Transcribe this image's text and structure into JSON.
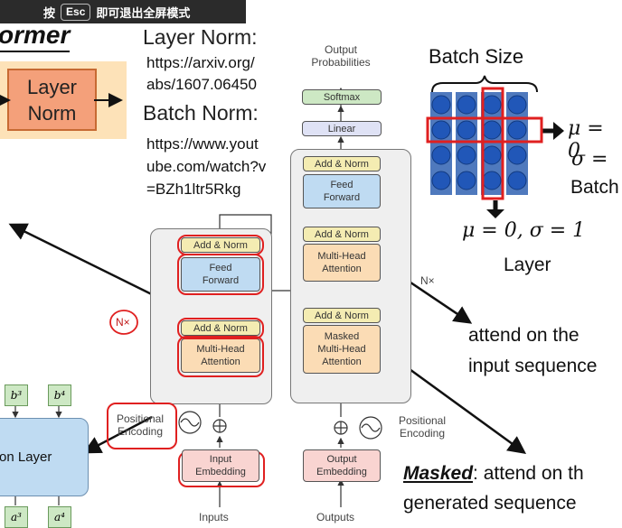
{
  "overlay": {
    "prefix": "按",
    "key": "Esc",
    "suffix": "即可退出全屏模式"
  },
  "transformer_title": "ormer",
  "layer_norm_box": {
    "line1": "Layer",
    "line2": "Norm"
  },
  "notes": {
    "layer_norm_heading": "Layer Norm:",
    "layer_norm_url_1": "https://arxiv.org/",
    "layer_norm_url_2": "abs/1607.06450",
    "batch_norm_heading": "Batch Norm:",
    "batch_norm_url_1": "https://www.yout",
    "batch_norm_url_2": "ube.com/watch?v",
    "batch_norm_url_3": "=BZh1ltr5Rkg"
  },
  "diagram": {
    "output_probabilities_1": "Output",
    "output_probabilities_2": "Probabilities",
    "softmax": "Softmax",
    "linear": "Linear",
    "add_norm": "Add & Norm",
    "add": "Add &",
    "norm": "Norm",
    "feed_forward_1": "Feed",
    "feed_forward_2": "Forward",
    "multi_head_1": "Multi-Head",
    "multi_head_2": "Attention",
    "masked_1": "Masked",
    "nx": "N×",
    "positional_1": "Positional",
    "positional_2": "Encoding",
    "input_embedding_1": "Input",
    "input_embedding_2": "Embedding",
    "output_embedding_1": "Output",
    "output_embedding_2": "Embedding",
    "inputs": "Inputs",
    "outputs": "Outputs"
  },
  "batch": {
    "batch_size": "Batch Size",
    "mu_right": "μ = 0",
    "sigma_right": "σ =",
    "batch_right": "Batch",
    "layer_eq": "μ = 0, σ = 1",
    "layer_label": "Layer"
  },
  "captions": {
    "attend_1": "attend on the",
    "attend_2": "input sequence",
    "masked_word": "Masked",
    "masked_rest": ": attend on th",
    "generated": "generated sequence"
  },
  "left_snippet": {
    "b3": "b³",
    "b4": "b⁴",
    "a3": "a³",
    "a4": "a⁴",
    "layer_text": "on Layer"
  },
  "colors": {
    "red_annotation": "#e02020",
    "blue_cell": "#2f6fc9",
    "softmax_green": "#cde8c4",
    "feed_forward_blue": "#bfdbf2",
    "attention_orange": "#fbdcb5",
    "embedding_pink": "#f9d4d1",
    "add_norm_yellow": "#f4ecb2"
  }
}
